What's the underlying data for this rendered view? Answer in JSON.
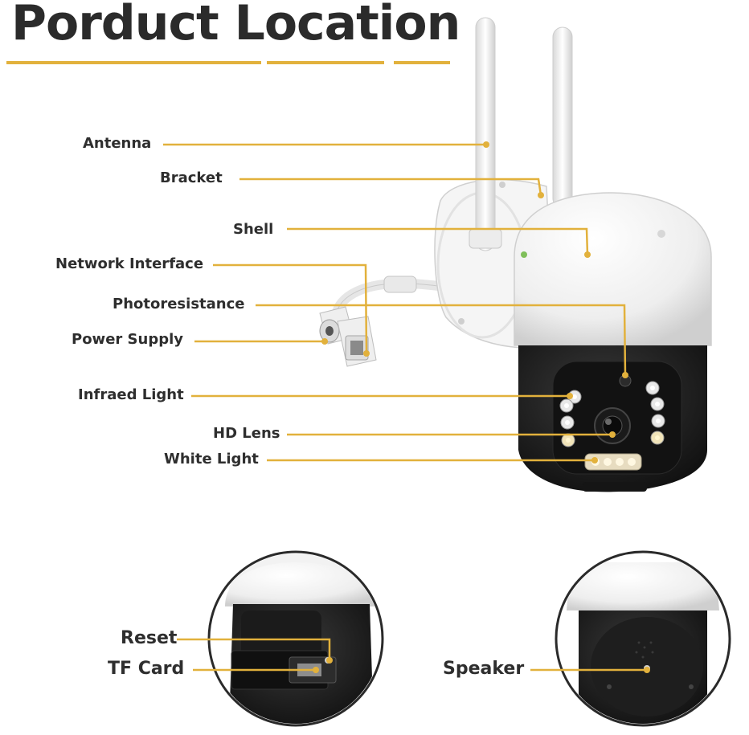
{
  "title": "Porduct Location",
  "colors": {
    "accent": "#e2b13c",
    "text": "#2e2e2e",
    "shell": "#f2f2f2",
    "body": "#1c1c1c"
  },
  "labels": {
    "antenna": "Antenna",
    "bracket": "Bracket",
    "shell": "Shell",
    "network_interface": "Network Interface",
    "photoresistance": "Photoresistance",
    "power_supply": "Power Supply",
    "infrared_light": "Infraed Light",
    "hd_lens": "HD Lens",
    "white_light": "White Light",
    "reset": "Reset",
    "tf_card": "TF Card",
    "speaker": "Speaker"
  }
}
